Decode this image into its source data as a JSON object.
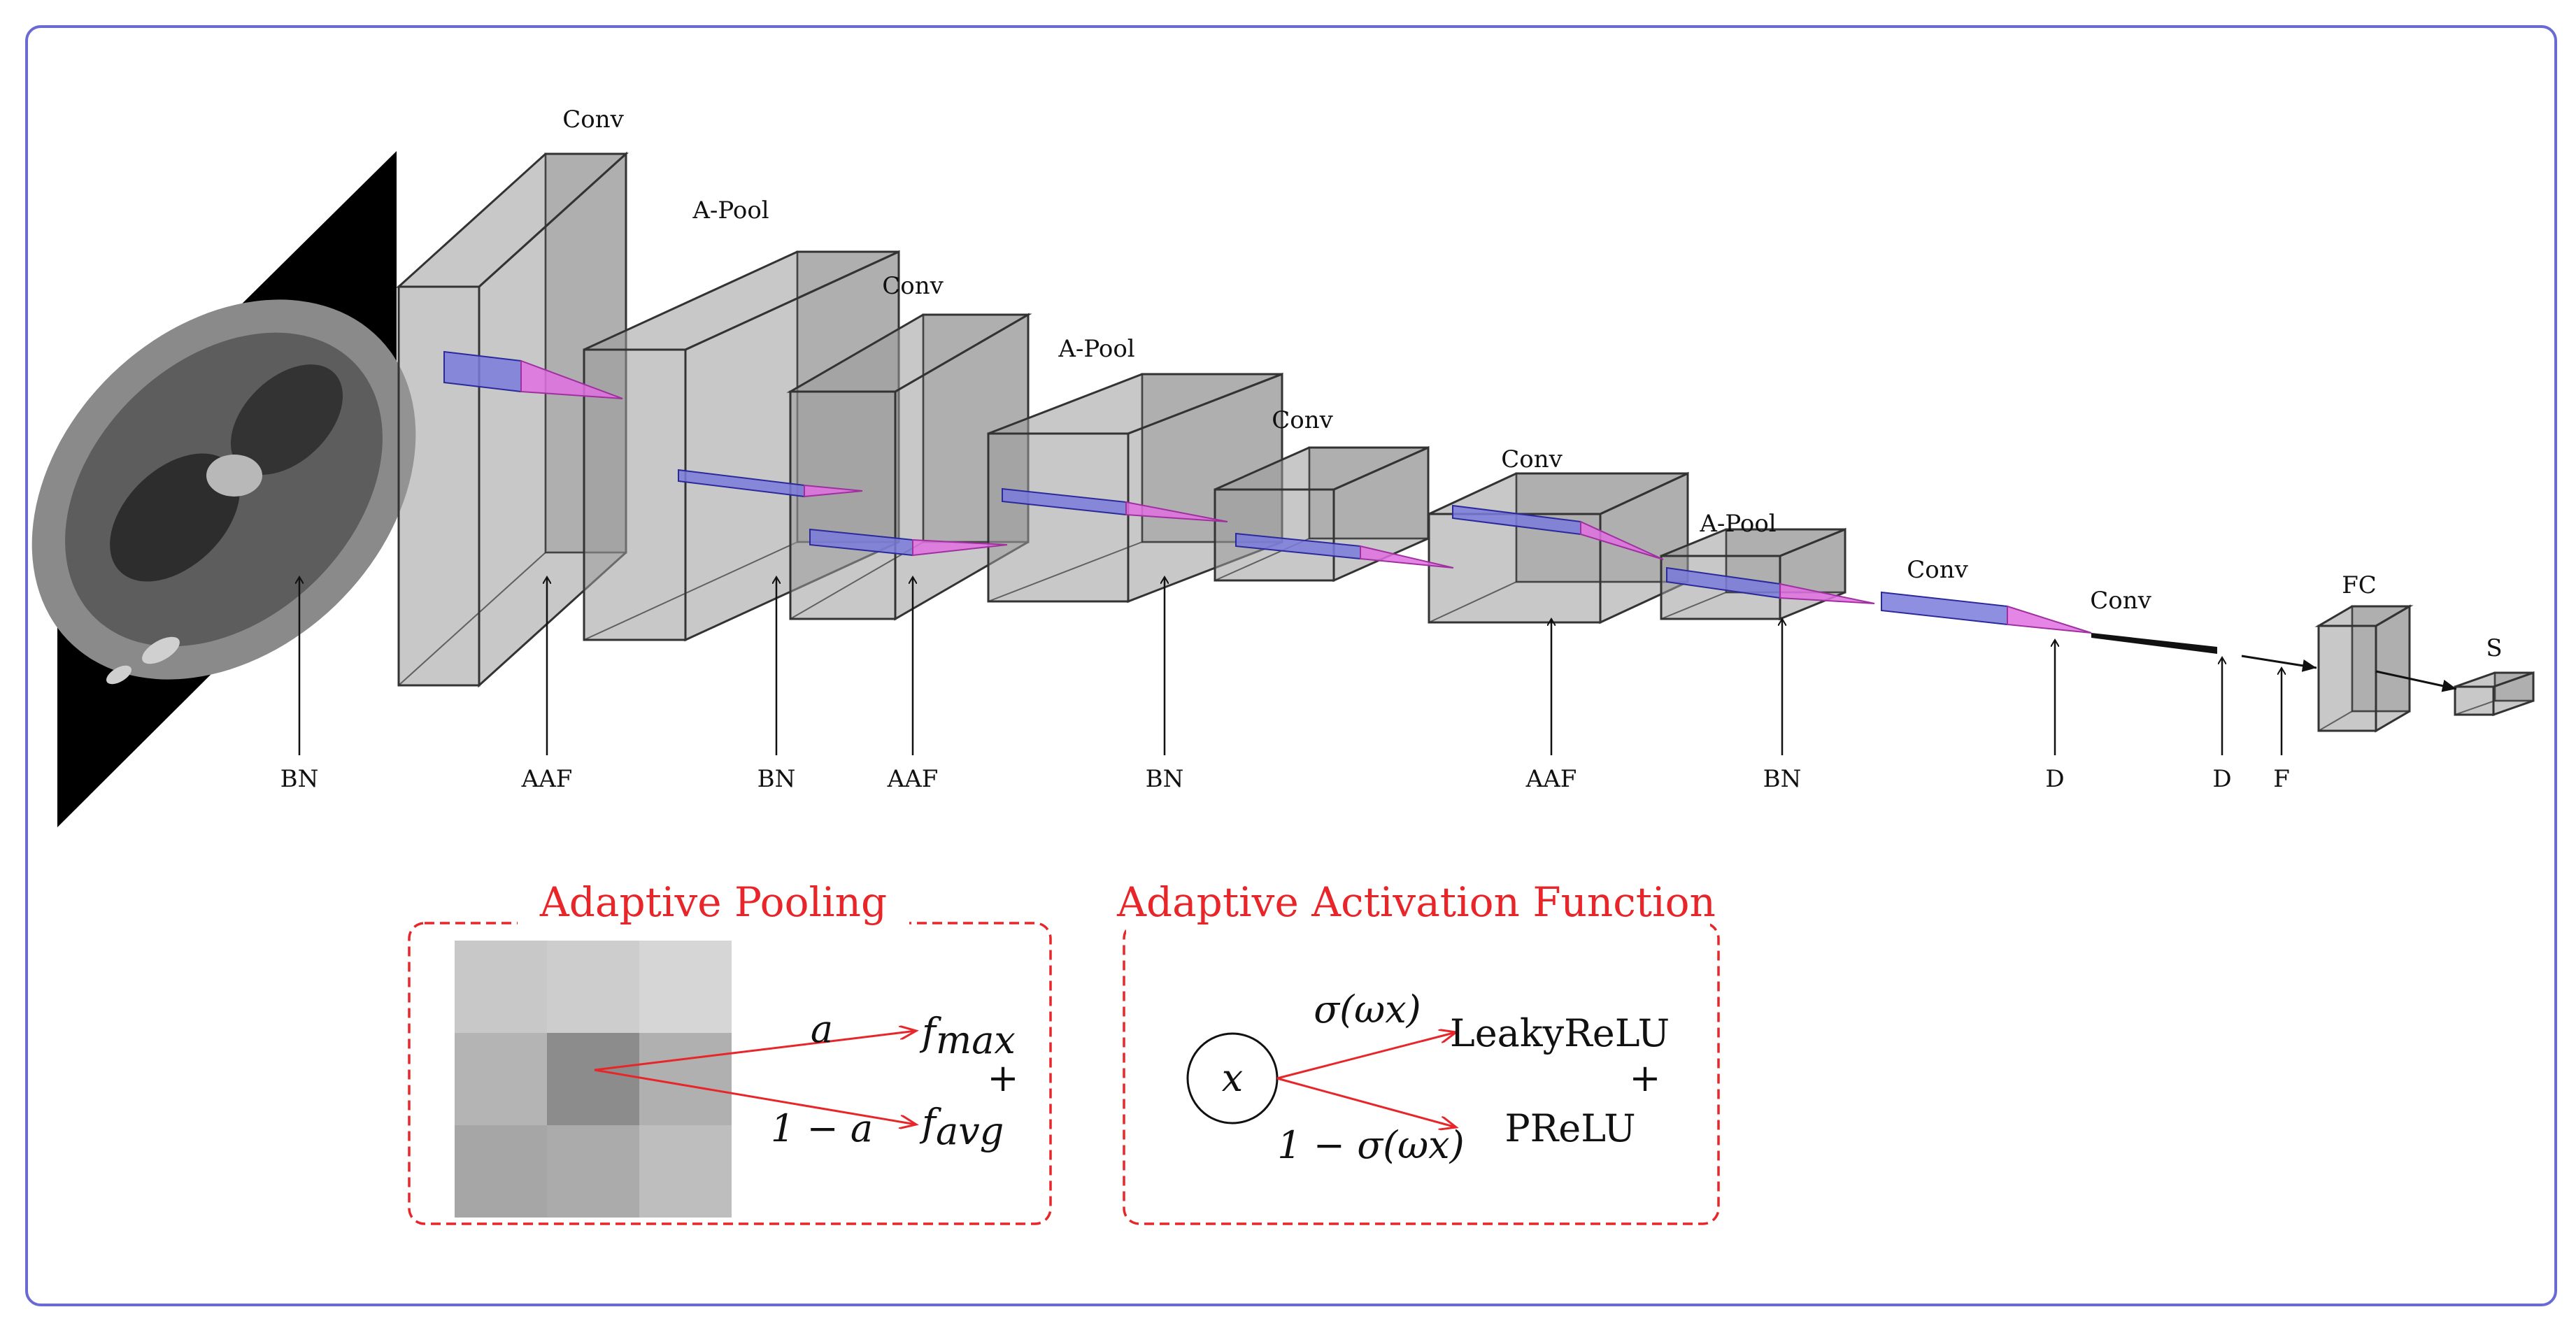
{
  "network": {
    "layers": [
      {
        "label": "Conv"
      },
      {
        "label": "A-Pool"
      },
      {
        "label": "Conv"
      },
      {
        "label": "A-Pool"
      },
      {
        "label": "Conv"
      },
      {
        "label": "Conv"
      },
      {
        "label": "A-Pool"
      },
      {
        "label": "Conv"
      },
      {
        "label": "Conv"
      },
      {
        "label": "FC"
      },
      {
        "label": "S"
      }
    ],
    "ops": [
      "BN",
      "AAF",
      "BN",
      "AAF",
      "BN",
      "AAF",
      "BN",
      "D",
      "D",
      "F"
    ]
  },
  "adaptive_pooling": {
    "title": "Adaptive Pooling",
    "grid": [
      [
        "#c8c8c8",
        "#cdcdcd",
        "#d6d6d6"
      ],
      [
        "#b4b4b4",
        "#8c8c8c",
        "#b0b0b0"
      ],
      [
        "#a6a6a6",
        "#ababab",
        "#bebebe"
      ]
    ],
    "weight_top": "a",
    "weight_bottom": "1 − a",
    "out_top_base": "f",
    "out_top_sub": "max",
    "out_bottom_base": "f",
    "out_bottom_sub": "avg",
    "plus": "+"
  },
  "adaptive_activation": {
    "title": "Adaptive Activation Function",
    "input": "x",
    "weight_top": "σ(ωx)",
    "weight_bottom": "1 − σ(ωx)",
    "out_top": "LeakyReLU",
    "out_bottom": "PReLU",
    "plus": "+"
  },
  "colors": {
    "frame": "#6a6ad4",
    "box_fill": "#9a9a9a",
    "kernel_blue": "#7b7bdc",
    "kernel_pink": "#e070e0",
    "annotation_red": "#e8262a"
  }
}
